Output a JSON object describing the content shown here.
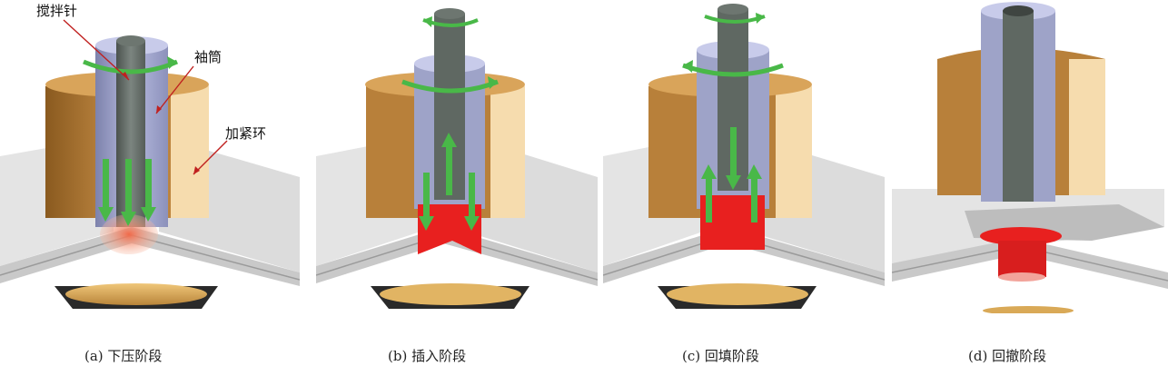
{
  "labels": {
    "pin": "搅拌针",
    "sleeve": "袖筒",
    "clamp_ring": "加紧环"
  },
  "captions": {
    "a": "(a) 下压阶段",
    "b": "(b) 插入阶段",
    "c": "(c) 回填阶段",
    "d": "(d) 回撤阶段"
  },
  "colors": {
    "plate_top": "#e6e6e6",
    "plate_edge": "#b9b9b9",
    "ring_dark": "#b07a33",
    "ring_light": "#f6dcae",
    "sleeve": "#9ea3c8",
    "pin": "#5f6862",
    "arrow": "#49b848",
    "material": "#e8201f",
    "anvil": "#d9a957"
  }
}
